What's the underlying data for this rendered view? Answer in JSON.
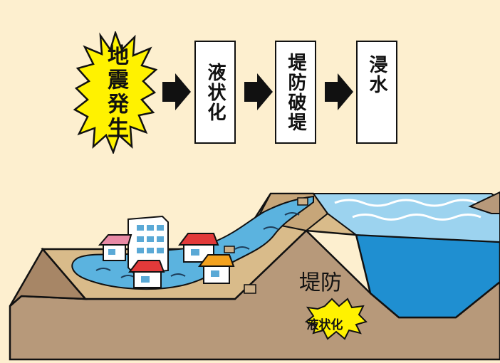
{
  "flow": {
    "earthquake": "地震発生",
    "steps": [
      "液状化",
      "堤防破堤",
      "浸水"
    ]
  },
  "scene": {
    "levee_label": "堤防",
    "liquefaction_label": "液状化"
  },
  "colors": {
    "background": "#fdefcf",
    "burst": "#fff200",
    "ground": "#b7997a",
    "ground_top": "#d9bb8a",
    "flood": "#5bb3df",
    "river": "#1f8fd1",
    "river_surface": "#9cd3ef"
  },
  "icons": [
    "explosion-burst-icon",
    "arrow-right-icon",
    "house-icon",
    "building-icon"
  ]
}
